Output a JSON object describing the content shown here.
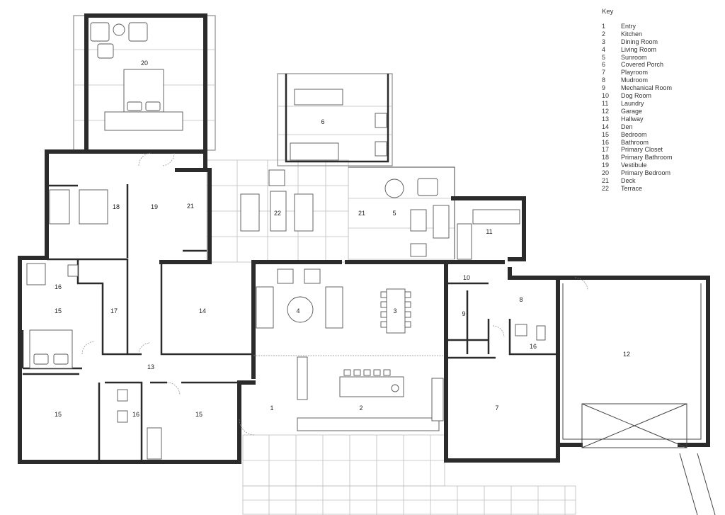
{
  "key": {
    "title": "Key",
    "items": [
      {
        "num": "1",
        "label": "Entry"
      },
      {
        "num": "2",
        "label": "Kitchen"
      },
      {
        "num": "3",
        "label": "Dining Room"
      },
      {
        "num": "4",
        "label": "Living Room"
      },
      {
        "num": "5",
        "label": "Sunroom"
      },
      {
        "num": "6",
        "label": "Covered Porch"
      },
      {
        "num": "7",
        "label": "Playroom"
      },
      {
        "num": "8",
        "label": "Mudroom"
      },
      {
        "num": "9",
        "label": "Mechanical Room"
      },
      {
        "num": "10",
        "label": "Dog Room"
      },
      {
        "num": "11",
        "label": "Laundry"
      },
      {
        "num": "12",
        "label": "Garage"
      },
      {
        "num": "13",
        "label": "Hallway"
      },
      {
        "num": "14",
        "label": "Den"
      },
      {
        "num": "15",
        "label": "Bedroom"
      },
      {
        "num": "16",
        "label": "Bathroom"
      },
      {
        "num": "17",
        "label": "Primary Closet"
      },
      {
        "num": "18",
        "label": "Primary Bathroom"
      },
      {
        "num": "19",
        "label": "Vestibule"
      },
      {
        "num": "20",
        "label": "Primary Bedroom"
      },
      {
        "num": "21",
        "label": "Deck"
      },
      {
        "num": "22",
        "label": "Terrace"
      }
    ]
  },
  "plan": {
    "labels": {
      "entry": "1",
      "kitchen": "2",
      "dining": "3",
      "living": "4",
      "sunroom": "5",
      "porch": "6",
      "playroom": "7",
      "mudroom": "8",
      "mechanical": "9",
      "dog_room": "10",
      "laundry": "11",
      "garage": "12",
      "hallway": "13",
      "den": "14",
      "bedroom_a": "15",
      "bedroom_b": "15",
      "bedroom_c": "15",
      "bath_a": "16",
      "bath_b": "16",
      "bath_c": "16",
      "closet": "17",
      "primary_bath": "18",
      "vestibule": "19",
      "primary_bedroom": "20",
      "deck_a": "21",
      "deck_b": "21",
      "terrace": "22"
    }
  }
}
